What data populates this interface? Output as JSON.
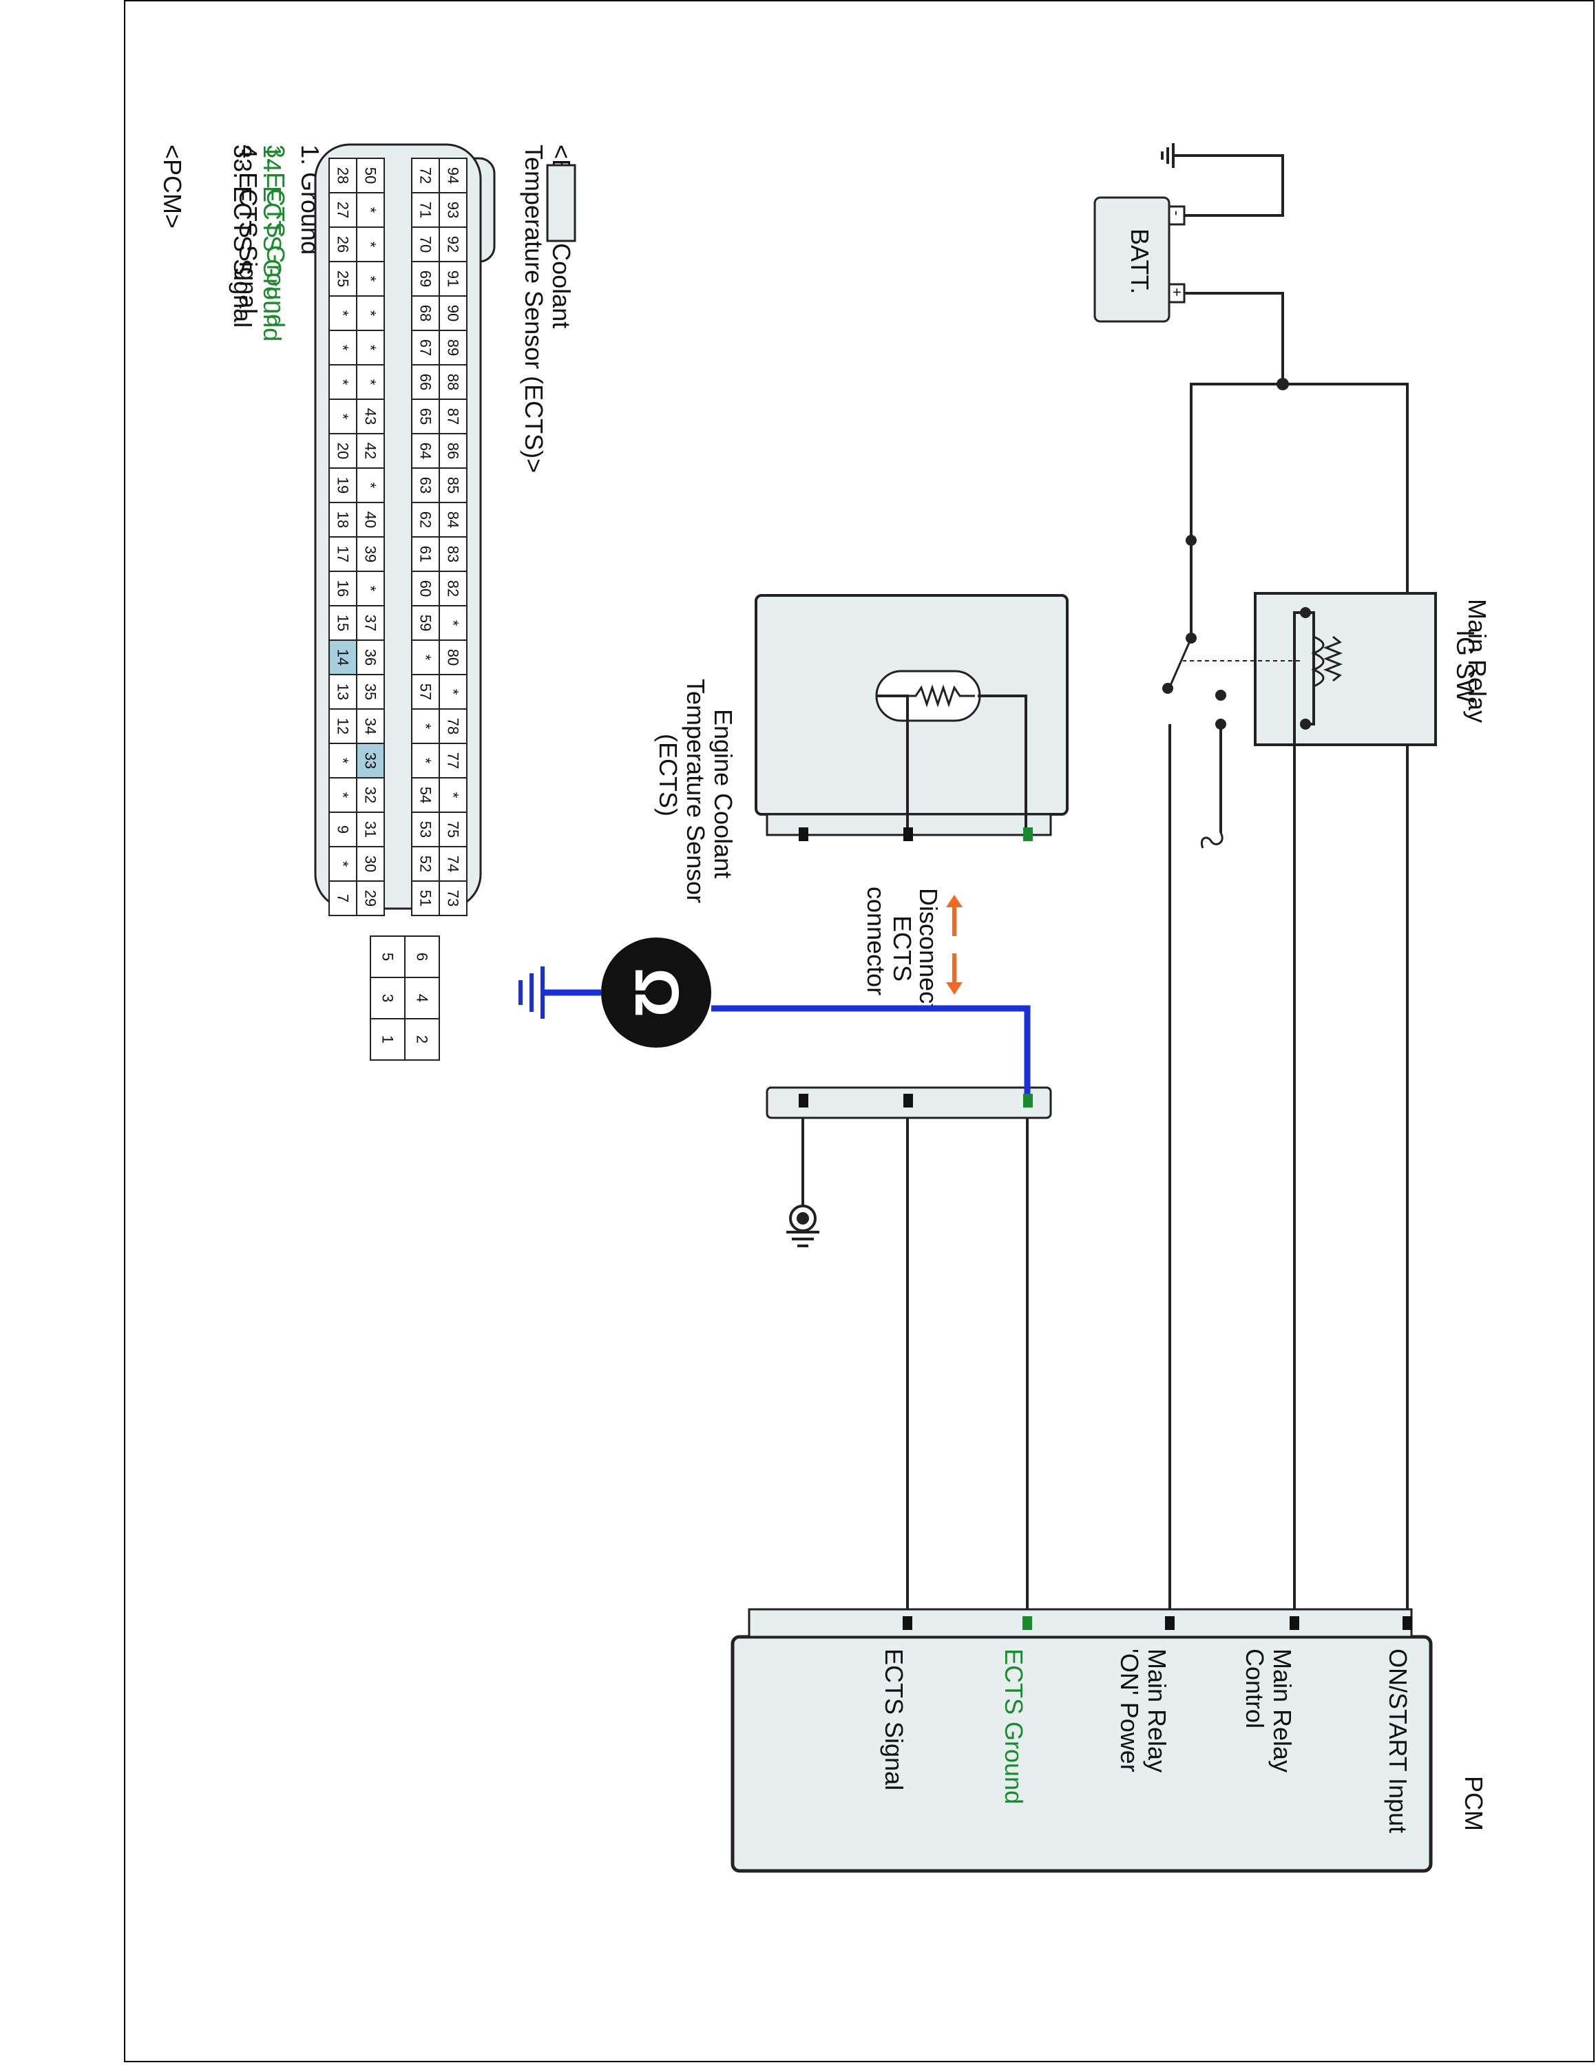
{
  "labels": {
    "ig_sw": "IG SW",
    "main_relay": "Main Relay",
    "batt": "BATT.",
    "batt_neg": "-",
    "batt_pos": "+",
    "ects_conn_title_1": "<Engine Coolant",
    "ects_conn_title_2": "Temperature Sensor (ECTS)>",
    "ects_pin_1": "1. Ground",
    "ects_pin_3": "3. ECTS Ground",
    "ects_pin_4": "4. ECTS Signal",
    "ects_sensor_1": "Engine Coolant",
    "ects_sensor_2": "Temperature Sensor",
    "ects_sensor_3": "(ECTS)",
    "disconnect_1": "Disconnect",
    "disconnect_2": "ECTS",
    "disconnect_3": "connector",
    "pcm_conn_title": "<PCM>",
    "pcm_pin_14": "14. ECTS Ground",
    "pcm_pin_33": "33. ECTS Signal",
    "pcm_title": "PCM",
    "pcm_on_start": "ON/START Input",
    "pcm_relay_ctrl_1": "Main Relay",
    "pcm_relay_ctrl_2": "Control",
    "pcm_relay_on_1": "Main Relay",
    "pcm_relay_on_2": "'ON' Power",
    "pcm_ects_signal": "ECTS Signal",
    "pcm_ects_ground": "ECTS Ground",
    "ohm_symbol": "Ω"
  },
  "ects_connector_pins": [
    "*",
    "1",
    "4",
    "3"
  ],
  "pcm_pin_rows": [
    [
      "94",
      "93",
      "92",
      "91",
      "90",
      "89",
      "88",
      "87",
      "86",
      "85",
      "84",
      "83",
      "82",
      "*",
      "80",
      "*",
      "78",
      "77",
      "*",
      "75",
      "74",
      "73"
    ],
    [
      "72",
      "71",
      "70",
      "69",
      "68",
      "67",
      "66",
      "65",
      "64",
      "63",
      "62",
      "61",
      "60",
      "59",
      "*",
      "57",
      "*",
      "*",
      "54",
      "53",
      "52",
      "51"
    ],
    [
      "50",
      "*",
      "*",
      "*",
      "*",
      "*",
      "*",
      "43",
      "42",
      "*",
      "40",
      "39",
      "*",
      "37",
      "36",
      "35",
      "34",
      "33",
      "32",
      "31",
      "30",
      "29"
    ],
    [
      "28",
      "27",
      "26",
      "25",
      "*",
      "*",
      "*",
      "*",
      "20",
      "19",
      "18",
      "17",
      "16",
      "15",
      "14",
      "13",
      "12",
      "*",
      "*",
      "9",
      "*",
      "7"
    ]
  ],
  "pcm_small_block": [
    [
      "6",
      "5"
    ],
    [
      "4",
      "3"
    ],
    [
      "2",
      "1"
    ]
  ],
  "highlighted_pins": [
    "14",
    "33"
  ],
  "colors": {
    "highlight_green": "#1a8a2c",
    "meter_wire_blue": "#1b2fd6",
    "disconnect_orange": "#f26a21",
    "panel_fill": "#e6eef0",
    "pin_highlight": "#a8cfdd"
  }
}
